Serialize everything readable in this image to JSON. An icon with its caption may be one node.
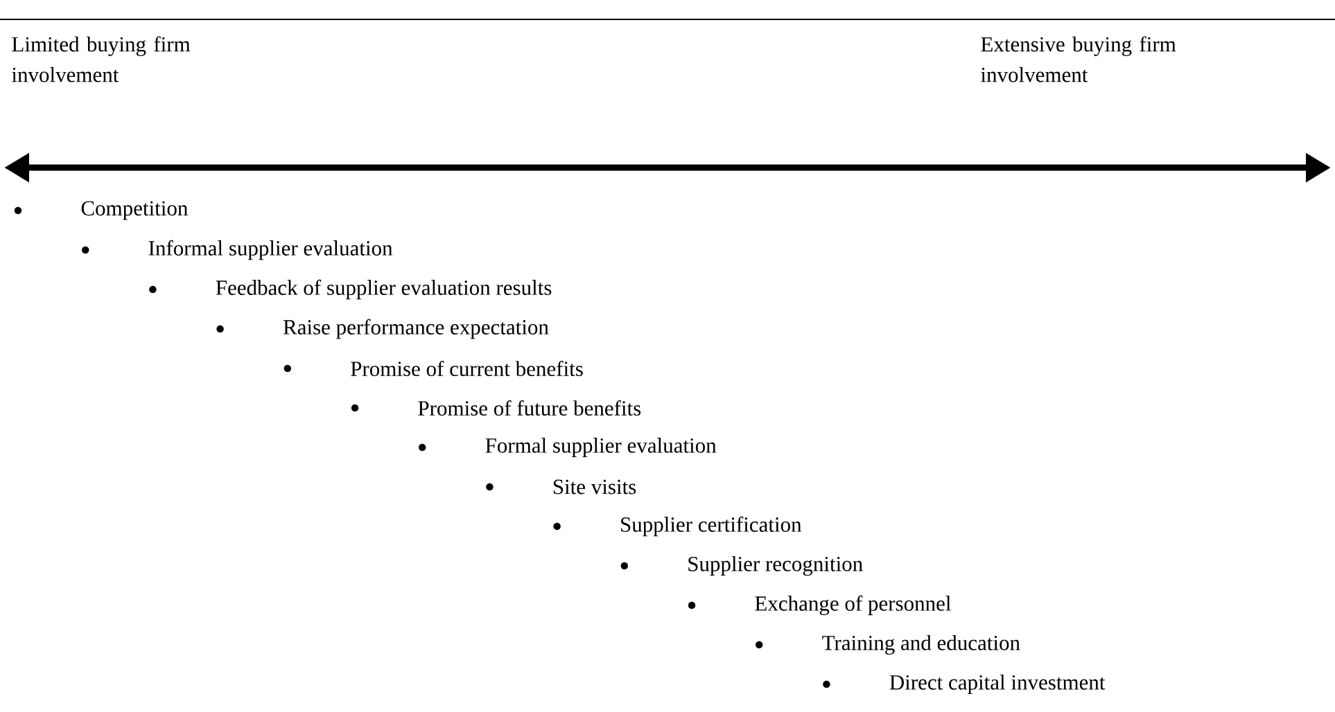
{
  "diagram": {
    "labels": [
      "Limited buying firm involvement",
      "Extensive buying firm involvement",
      "Competition",
      "Informal supplier evaluation",
      "Feedback of supplier evaluation results",
      "Raise performance expectation",
      "Promise of current benefits",
      "Promise of future benefits",
      "Formal supplier evaluation",
      "Site visits",
      "Supplier certification",
      "Supplier recognition",
      "Exchange of personnel",
      "Training and education",
      "Direct capital investment"
    ]
  }
}
